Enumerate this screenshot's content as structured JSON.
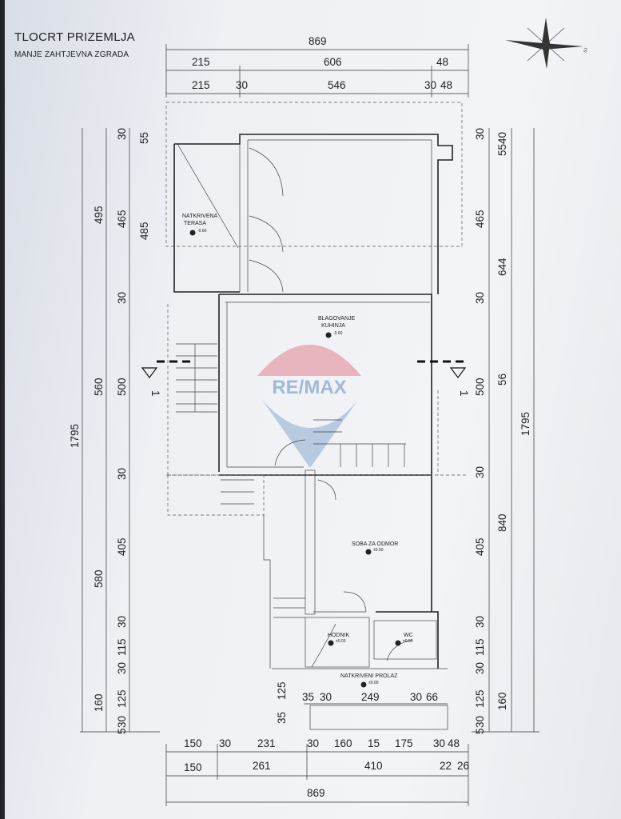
{
  "title": "TLOCRT PRIZEMLJA",
  "subtitle": "MANJE ZAHTJEVNA ZGRADA",
  "north_label": "SJ",
  "watermark": {
    "text": "RE/MAX",
    "colors": {
      "red": "#d7263d",
      "blue": "#1f5fa8"
    }
  },
  "section_marker": "1",
  "rooms": [
    {
      "name": "NATKRIVENA",
      "name2": "TERASA",
      "level": "-0.60"
    },
    {
      "name": "BLAGOVANJE",
      "name2": "KUHINJA",
      "level": "-0.60"
    },
    {
      "name": "SOBA ZA ODMOR",
      "name2": "",
      "level": "±0.00"
    },
    {
      "name": "HODNIK",
      "name2": "",
      "level": "±0.00"
    },
    {
      "name": "WC",
      "name2": "",
      "level": "±0.00"
    },
    {
      "name": "NATKRIVENI PROLAZ",
      "name2": "",
      "level": "±0.00"
    }
  ],
  "dims_top": [
    "869",
    "215",
    "606",
    "48",
    "215",
    "30",
    "546",
    "30",
    "48"
  ],
  "dims_bottom": [
    "150",
    "30",
    "231",
    "30",
    "160",
    "15",
    "175",
    "30",
    "48",
    "150",
    "261",
    "410",
    "22",
    "26",
    "869"
  ],
  "dims_left": [
    "1795",
    "495",
    "560",
    "580",
    "160",
    "30",
    "465",
    "30",
    "500",
    "30",
    "405",
    "30",
    "115",
    "30",
    "125",
    "5",
    "30",
    "55",
    "485",
    "125",
    "35"
  ],
  "dims_right": [
    "30",
    "465",
    "30",
    "500",
    "30",
    "405",
    "30",
    "115",
    "30",
    "125",
    "5",
    "30",
    "5540",
    "644",
    "56",
    "840",
    "160",
    "1795"
  ],
  "dims_inner": [
    "35",
    "30",
    "249",
    "30",
    "66"
  ]
}
